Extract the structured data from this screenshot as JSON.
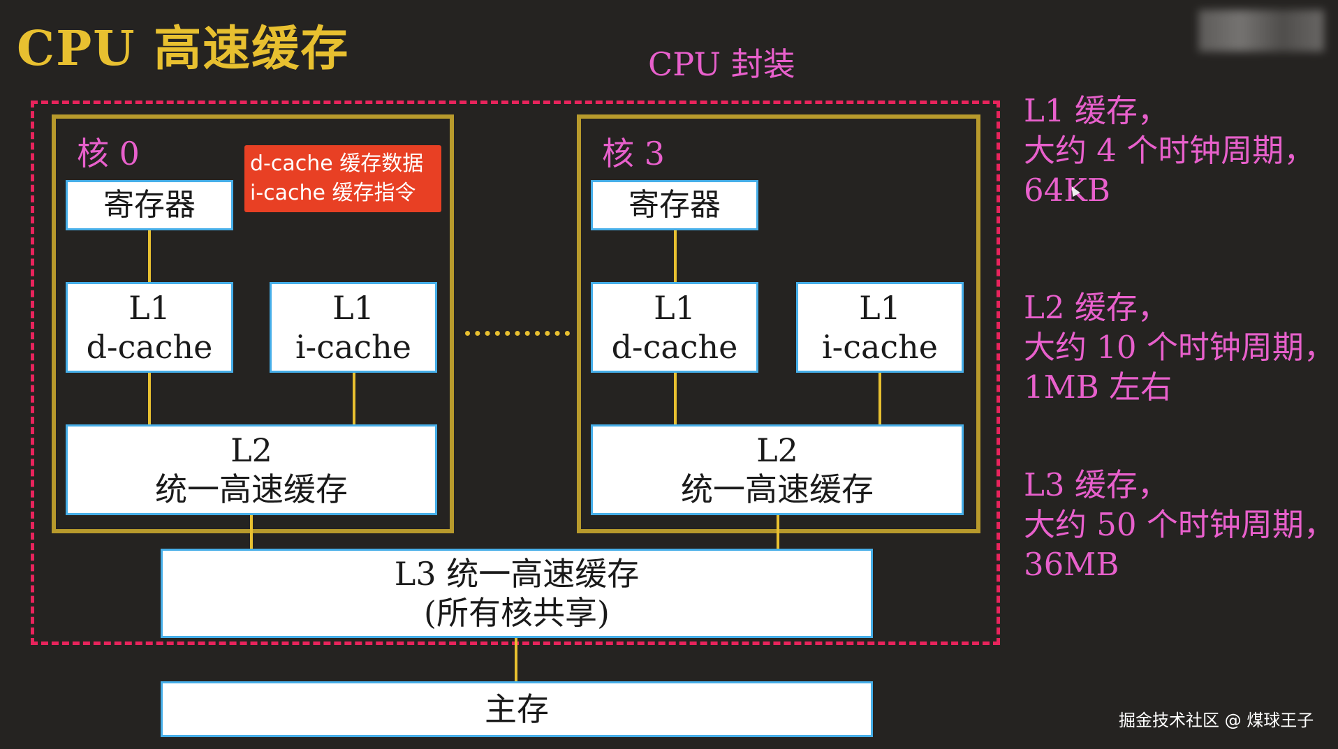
{
  "title": "CPU 高速缓存",
  "package_label": "CPU 封装",
  "cores": [
    {
      "label": "核 0",
      "register": "寄存器",
      "l1_d": {
        "line1": "L1",
        "line2": "d-cache"
      },
      "l1_i": {
        "line1": "L1",
        "line2": "i-cache"
      },
      "l2": {
        "line1": "L2",
        "line2": "统一高速缓存"
      }
    },
    {
      "label": "核 3",
      "register": "寄存器",
      "l1_d": {
        "line1": "L1",
        "line2": "d-cache"
      },
      "l1_i": {
        "line1": "L1",
        "line2": "i-cache"
      },
      "l2": {
        "line1": "L2",
        "line2": "统一高速缓存"
      }
    }
  ],
  "note": {
    "line1": "d-cache  缓存数据",
    "line2": "i-cache 缓存指令"
  },
  "l3": {
    "line1": "L3 统一高速缓存",
    "line2": "(所有核共享)"
  },
  "main_memory": "主存",
  "descriptions": {
    "l1": [
      "L1 缓存，",
      "大约 4 个时钟周期，",
      "64KB"
    ],
    "l2": [
      "L2 缓存，",
      "大约 10 个时钟周期，",
      "1MB 左右"
    ],
    "l3": [
      "L3 缓存，",
      "大约 50 个时钟周期，",
      "36MB"
    ]
  },
  "footer": "掘金技术社区 @ 煤球王子",
  "colors": {
    "background": "#252321",
    "title": "#e8c030",
    "accent_magenta": "#e860cc",
    "package_border": "#e8245c",
    "core_border": "#b89a2c",
    "box_border": "#46aee8",
    "note_bg": "#e84024"
  }
}
